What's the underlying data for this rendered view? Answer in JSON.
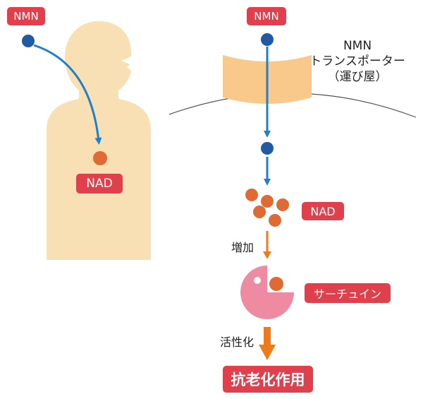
{
  "left_panel": {
    "nmn_label": "NMN",
    "nad_label": "NAD"
  },
  "right_panel": {
    "nmn_label": "NMN",
    "transporter_label": {
      "line1": "NMN",
      "line2": "トランスポーター",
      "line3": "（運び屋）"
    },
    "nad_label": "NAD",
    "increase_label": "増加",
    "sirtuin_label": "サーチュイン",
    "activation_label": "活性化",
    "result_label": "抗老化作用"
  },
  "colors": {
    "label_red": "#e0404c",
    "nmn_blue": "#1f5aa3",
    "arrow_blue": "#1e7fcc",
    "nad_orange": "#e06a33",
    "arrow_orange": "#ee7a1c",
    "body_skin": "#f8dfb4",
    "transporter_tan": "#f8c98a",
    "sirtuin_pink": "#ee8aa2",
    "membrane_gray": "#555555"
  }
}
